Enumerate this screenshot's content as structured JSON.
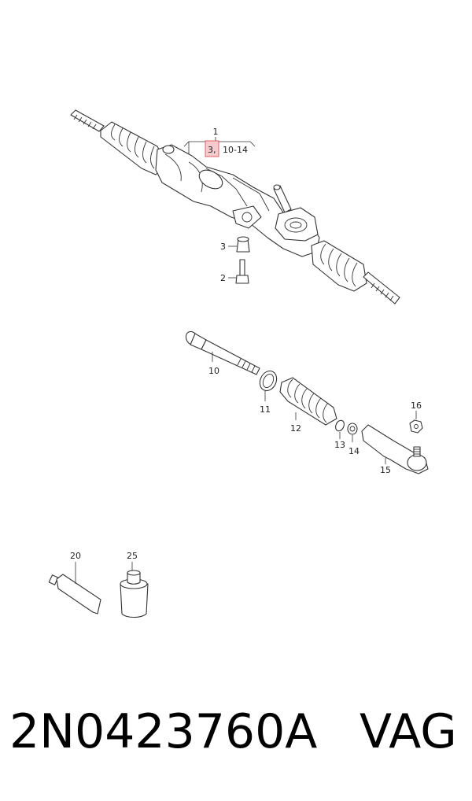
{
  "diagram": {
    "callouts": {
      "c1": "1",
      "c1_refs_highlight": "3,",
      "c1_refs_rest": "10-14",
      "c2": "2",
      "c3": "3",
      "c10": "10",
      "c11": "11",
      "c12": "12",
      "c13": "13",
      "c14": "14",
      "c15": "15",
      "c16": "16",
      "c20": "20",
      "c25": "25"
    },
    "colors": {
      "highlight_fill": "#f6c9cc",
      "highlight_stroke": "#d9545e",
      "line": "#333333"
    }
  },
  "footer": {
    "part_number": "2N0423760A",
    "brand": "VAG"
  }
}
